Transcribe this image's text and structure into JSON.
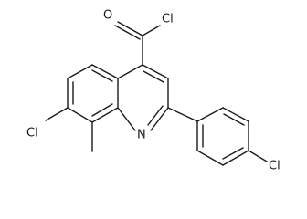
{
  "molecule": {
    "atoms": {
      "carbonyl_O": "O",
      "acyl_Cl": "Cl",
      "ring_Cl": "Cl",
      "ring_N": "N",
      "phenyl_Cl": "Cl"
    }
  }
}
